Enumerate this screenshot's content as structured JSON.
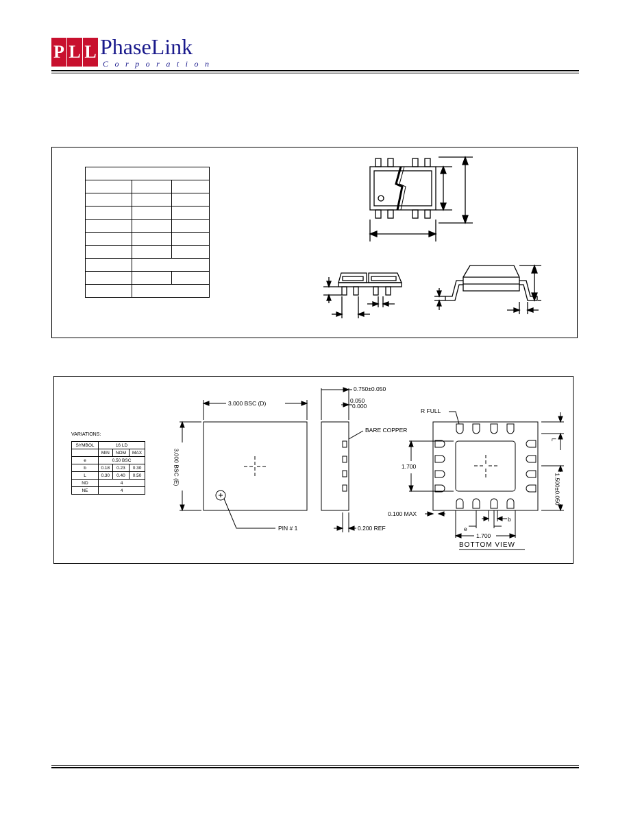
{
  "header": {
    "logo_letters": [
      "P",
      "L",
      "L"
    ],
    "company_name": "PhaseLink",
    "company_sub": "Corporation"
  },
  "qfn_drawing": {
    "top_view": {
      "width_label": "3.000 BSC (D)",
      "height_label": "3.000 BSC (E)",
      "pin1_label": "PIN # 1"
    },
    "side_view": {
      "thickness_label": "0.750±0.050",
      "standoff_label_a": "0.050",
      "standoff_label_b": "0.000",
      "pad_label": "BARE COPPER",
      "ref_label": "0.200 REF"
    },
    "bottom_view": {
      "title": "BOTTOM VIEW",
      "r_full_label": "R FULL",
      "pad_height_label": "1.700",
      "pad_width_label": "1.700",
      "max_label": "0.100 MAX",
      "pitch_label": "1.500±0.050",
      "e_label": "e",
      "b_label": "b",
      "L_label": "L"
    },
    "variations": {
      "caption": "VARIATIONS:",
      "header_symbol": "SYMBOL",
      "header_package": "16 LD",
      "subheaders": [
        "MIN",
        "NOM",
        "MAX"
      ],
      "rows": [
        {
          "symbol": "e",
          "merged": "0.50 BSC"
        },
        {
          "symbol": "b",
          "values": [
            "0.18",
            "0.23",
            "0.30"
          ]
        },
        {
          "symbol": "L",
          "values": [
            "0.30",
            "0.40",
            "0.50"
          ]
        },
        {
          "symbol": "ND",
          "merged": "4"
        },
        {
          "symbol": "NE",
          "merged": "4"
        }
      ]
    }
  }
}
